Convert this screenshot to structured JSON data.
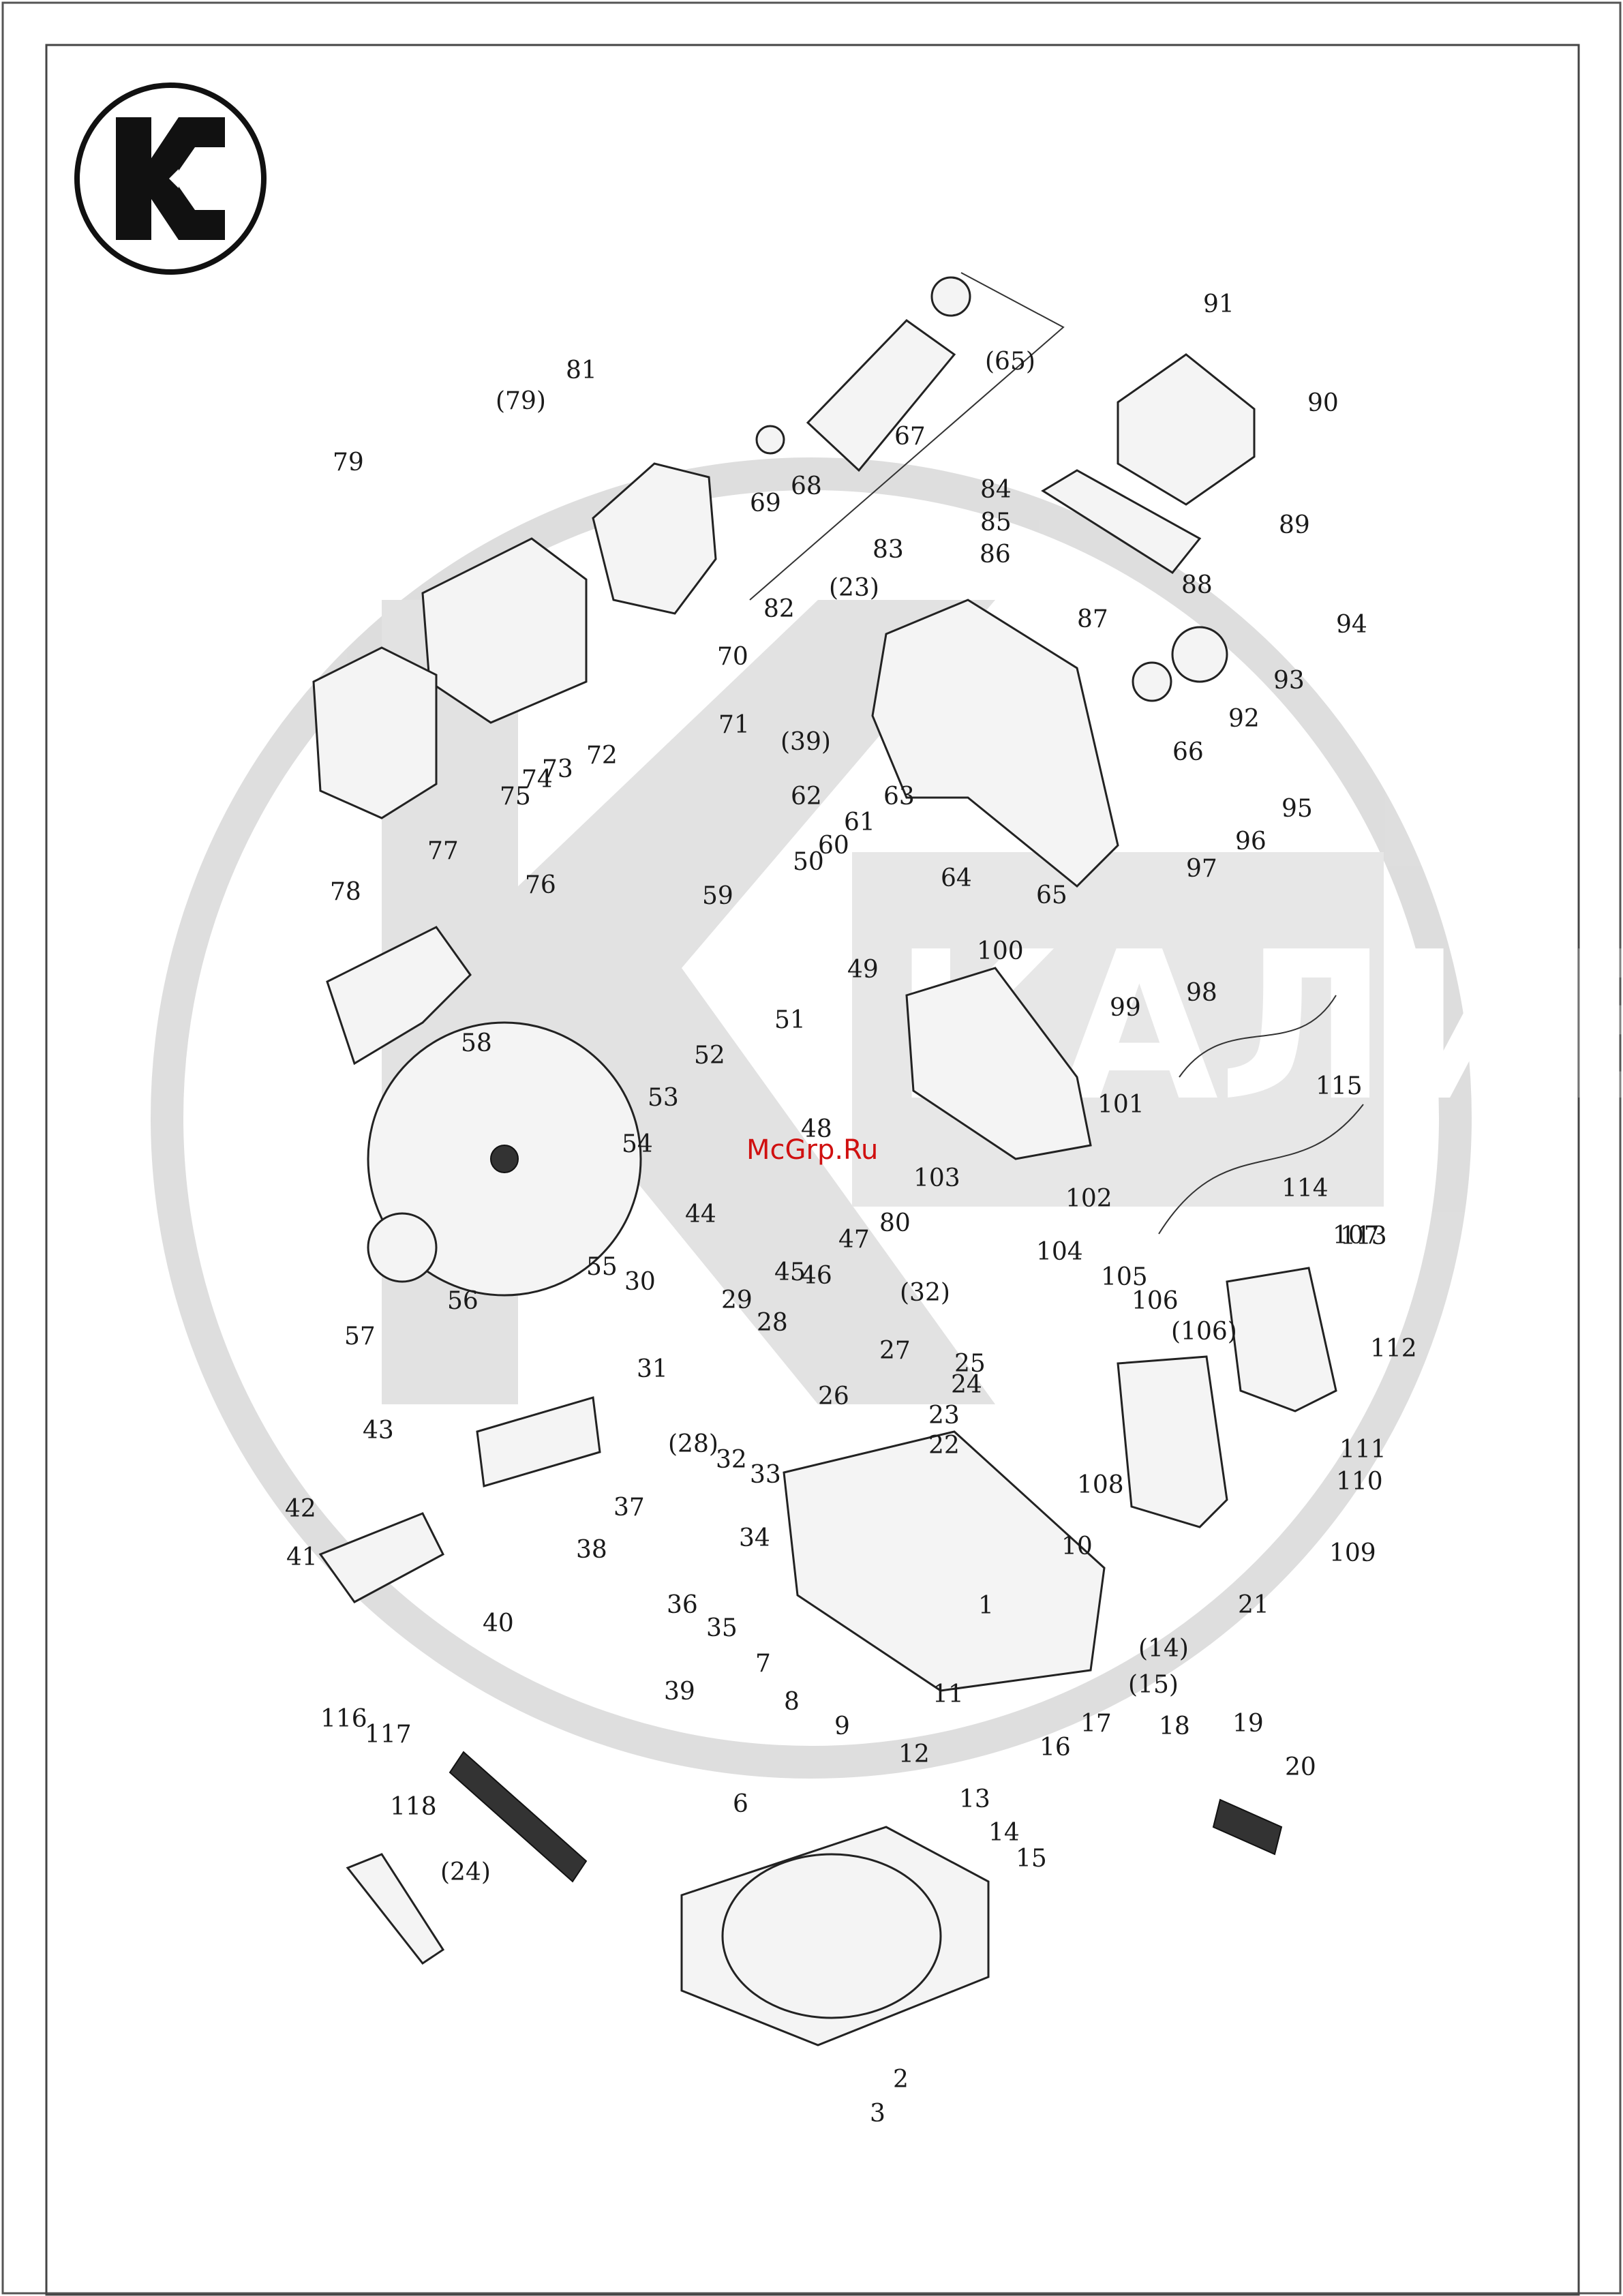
{
  "logo_brand": "КАЛИБР",
  "watermark": "McGrp.Ru",
  "part_labels": [
    "1",
    "2",
    "3",
    "6",
    "7",
    "8",
    "9",
    "10",
    "11",
    "12",
    "13",
    "14",
    "15",
    "(14)",
    "(15)",
    "16",
    "17",
    "18",
    "19",
    "20",
    "21",
    "22",
    "23",
    "24",
    "25",
    "26",
    "27",
    "28",
    "(28)",
    "29",
    "30",
    "31",
    "32",
    "(32)",
    "33",
    "34",
    "35",
    "36",
    "37",
    "38",
    "39",
    "(39)",
    "40",
    "41",
    "42",
    "43",
    "44",
    "45",
    "46",
    "47",
    "48",
    "49",
    "50",
    "51",
    "52",
    "53",
    "54",
    "55",
    "56",
    "57",
    "58",
    "59",
    "60",
    "61",
    "62",
    "63",
    "64",
    "65",
    "(65)",
    "66",
    "67",
    "68",
    "69",
    "70",
    "71",
    "72",
    "73",
    "74",
    "75",
    "76",
    "77",
    "78",
    "79",
    "(79)",
    "80",
    "81",
    "(23)",
    "82",
    "83",
    "84",
    "85",
    "86",
    "87",
    "88",
    "89",
    "90",
    "91",
    "92",
    "93",
    "94",
    "95",
    "96",
    "97",
    "98",
    "99",
    "100",
    "101",
    "102",
    "103",
    "104",
    "105",
    "106",
    "(106)",
    "107",
    "108",
    "109",
    "110",
    "111",
    "112",
    "113",
    "114",
    "115",
    "116",
    "117",
    "118",
    "(24)"
  ]
}
